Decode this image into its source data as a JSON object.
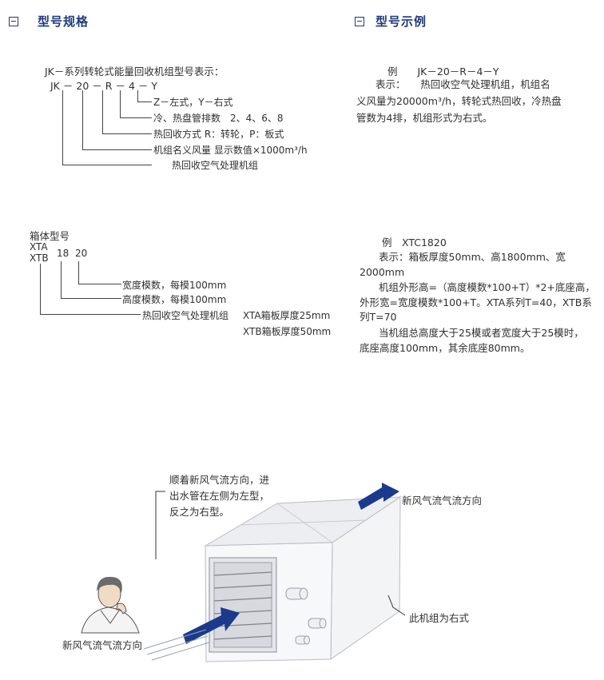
{
  "left_section": {
    "title": "型号规格",
    "desc": "JK－系列转轮式能量回收机组型号表示：",
    "code_parts": [
      "JK",
      "－",
      "20",
      "－",
      "R",
      "－",
      "4",
      "－",
      "Y"
    ],
    "legend": [
      "Z－左式，Y－右式",
      "冷、热盘管排数　2、4、6、8",
      "热回收方式  R：转轮，P：板式",
      "机组名义风量  显示数值×1000m³/h",
      "热回收空气处理机组"
    ]
  },
  "right_section": {
    "title": "型号示例",
    "example_code": "例　　JK－20－R－4－Y",
    "lines": [
      "表示：　　热回收空气处理机组，机组名",
      "义风量为20000m³/h，转轮式热回收，冷热盘",
      "管数为4排，机组形式为右式。"
    ]
  },
  "box_section": {
    "title": "箱体型号",
    "code_col1": [
      "XTA",
      "XTB"
    ],
    "code_parts": [
      "18",
      "20"
    ],
    "legend": [
      "宽度模数，每模100mm",
      "高度模数，每模100mm",
      "热回收空气处理机组"
    ],
    "thickness": [
      "XTA箱板厚度25mm",
      "XTB箱板厚度50mm"
    ]
  },
  "box_example": {
    "code": "例　XTC1820",
    "lines": [
      "表示：箱板厚度50mm、高1800mm、宽",
      "2000mm",
      "机组外形高=（高度模数*100+T）*2+底座高，",
      "外形宽=宽度模数*100+T。XTA系列T=40，XTB系",
      "列T=70",
      "当机组总高度大于25模或者宽度大于25模时，",
      "底座高度100mm，其余底座80mm。"
    ]
  },
  "illustration": {
    "note": [
      "顺着新风气流方向，进",
      "出水管在左侧为左型，",
      "反之为右型。"
    ],
    "outlet_label": "新风气流气流方向",
    "inlet_label": "新风气流气流方向",
    "unit_label": "此机组为右式",
    "colors": {
      "arrow": "#1b3a8c",
      "title": "#1f3a7a"
    }
  }
}
